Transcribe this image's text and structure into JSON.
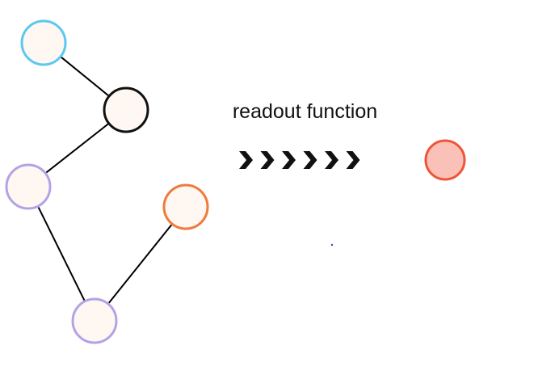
{
  "readout_label": "readout function",
  "colors": {
    "background": "#ffffff",
    "edge": "#000000",
    "node_fill": "#fff8f2",
    "node_blue": "#5bc8f0",
    "node_black": "#111111",
    "node_purple": "#b3a3e6",
    "node_orange": "#f07a3c",
    "output_fill": "#f9c1b8",
    "output_stroke": "#ef5538",
    "arrow": "#111111",
    "dot": "#3a4bb0"
  },
  "graph": {
    "nodes": [
      {
        "id": "n1",
        "color": "node_blue"
      },
      {
        "id": "n2",
        "color": "node_black"
      },
      {
        "id": "n3",
        "color": "node_purple"
      },
      {
        "id": "n4",
        "color": "node_orange"
      },
      {
        "id": "n5",
        "color": "node_purple"
      }
    ],
    "edges": [
      [
        "n1",
        "n2"
      ],
      [
        "n2",
        "n3"
      ],
      [
        "n3",
        "n5"
      ],
      [
        "n4",
        "n5"
      ]
    ]
  },
  "arrow_count": 6,
  "arrow_icon": "chevron-right-icon",
  "output_node": {
    "id": "out",
    "color": "output_stroke"
  }
}
